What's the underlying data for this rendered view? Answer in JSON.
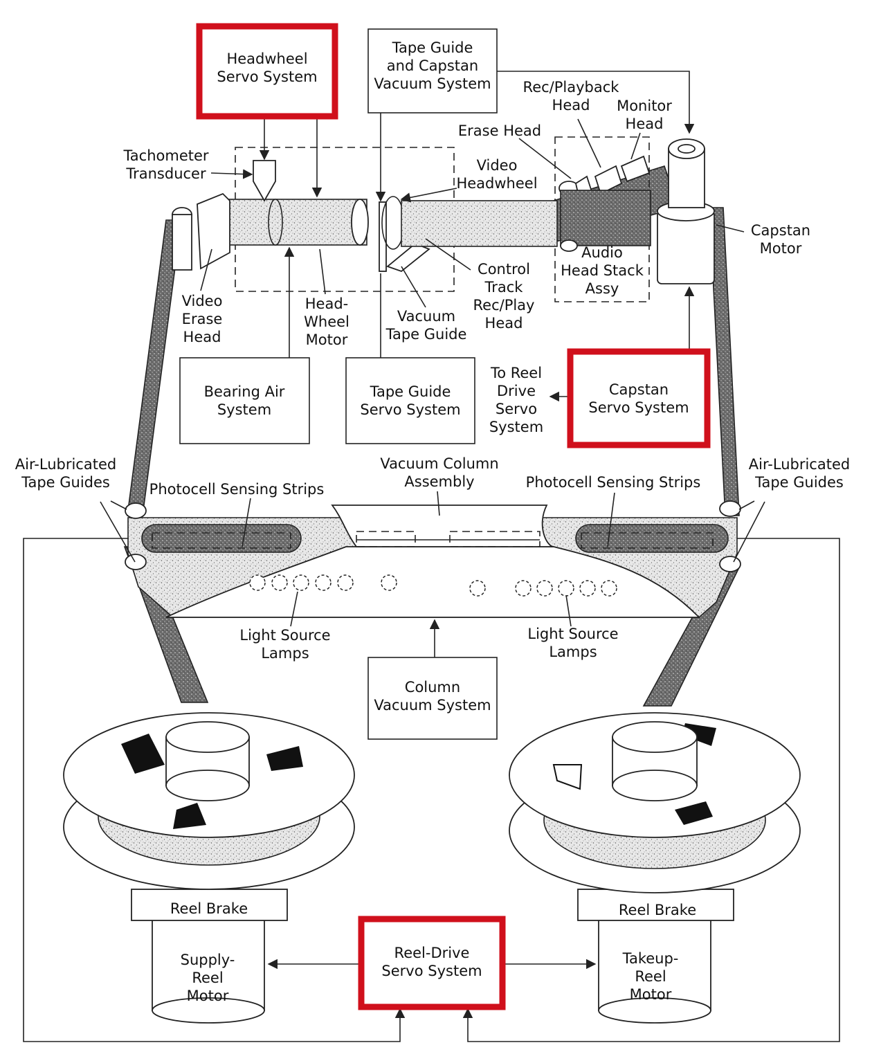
{
  "boxes": {
    "headwheel_servo": "Headwheel\nServo System",
    "tape_guide_capstan_vacuum": "Tape Guide\nand Capstan\nVacuum  System",
    "bearing_air": "Bearing Air\nSystem",
    "tape_guide_servo": "Tape Guide\nServo System",
    "capstan_servo": "Capstan\nServo System",
    "column_vacuum": "Column\nVacuum System",
    "reel_drive_servo": "Reel-Drive\nServo System"
  },
  "labels": {
    "rec_playback_head": "Rec/Playback\nHead",
    "monitor_head": "Monitor\nHead",
    "erase_head": "Erase Head",
    "tachometer_transducer": "Tachometer\nTransducer",
    "video_headwheel": "Video\nHeadwheel",
    "capstan_motor": "Capstan\nMotor",
    "audio_head_stack": "Audio\nHead Stack\nAssy",
    "control_track": "Control\nTrack\nRec/Play\nHead",
    "video_erase_head": "Video\nErase\nHead",
    "head_wheel_motor": "Head-\nWheel\nMotor",
    "vacuum_tape_guide": "Vacuum\nTape Guide",
    "to_reel_drive": "To Reel\nDrive\nServo\nSystem",
    "air_lubricated_left": "Air-Lubricated\nTape Guides",
    "air_lubricated_right": "Air-Lubricated\nTape Guides",
    "photocell_left": "Photocell Sensing Strips",
    "photocell_right": "Photocell Sensing Strips",
    "vacuum_column_assembly": "Vacuum Column\nAssembly",
    "light_source_left": "Light Source\nLamps",
    "light_source_right": "Light Source\nLamps",
    "reel_brake_left": "Reel Brake",
    "reel_brake_right": "Reel Brake",
    "supply_reel_motor": "Supply-\nReel\nMotor",
    "takeup_reel_motor": "Takeup-\nReel\nMotor"
  },
  "colors": {
    "highlight": "#d0101c",
    "ink": "#222222",
    "tape": "#5a5a5a"
  }
}
